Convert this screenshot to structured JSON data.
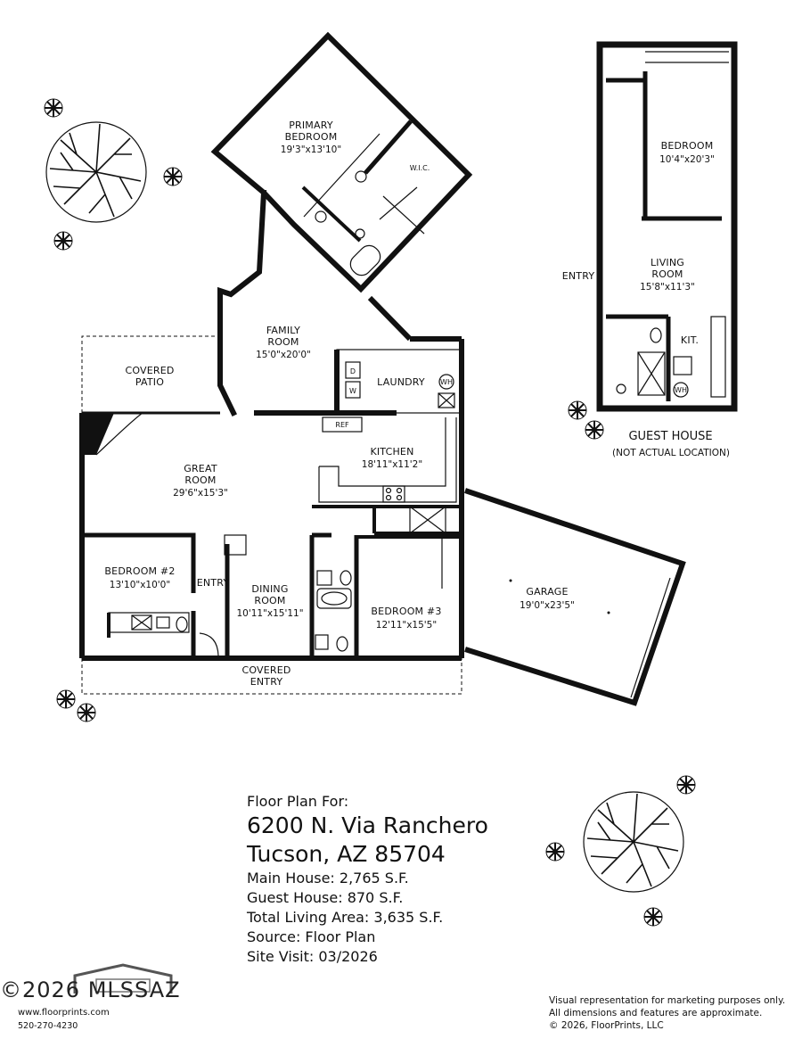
{
  "rooms": {
    "primary_bedroom": {
      "name": [
        "PRIMARY",
        "BEDROOM"
      ],
      "dim": "19'3\"x13'10\""
    },
    "wic": {
      "name": "W.I.C."
    },
    "family_room": {
      "name": [
        "FAMILY",
        "ROOM"
      ],
      "dim": "15'0\"x20'0\""
    },
    "covered_patio": {
      "name": [
        "COVERED",
        "PATIO"
      ]
    },
    "laundry": {
      "name": "LAUNDRY",
      "d": "D",
      "w": "W",
      "wh": "WH"
    },
    "ref": {
      "name": "REF"
    },
    "great_room": {
      "name": [
        "GREAT",
        "ROOM"
      ],
      "dim": "29'6\"x15'3\""
    },
    "kitchen": {
      "name": "KITCHEN",
      "dim": "18'11\"x11'2\""
    },
    "bedroom2": {
      "name": "BEDROOM #2",
      "dim": "13'10\"x10'0\""
    },
    "entry": {
      "name": "ENTRY"
    },
    "dining_room": {
      "name": [
        "DINING",
        "ROOM"
      ],
      "dim": "10'11\"x15'11\""
    },
    "bedroom3": {
      "name": "BEDROOM #3",
      "dim": "12'11\"x15'5\""
    },
    "garage": {
      "name": "GARAGE",
      "dim": "19'0\"x23'5\""
    },
    "covered_entry": {
      "name": [
        "COVERED",
        "ENTRY"
      ]
    }
  },
  "guest_house": {
    "bedroom": {
      "name": "BEDROOM",
      "dim": "10'4\"x20'3\""
    },
    "living_room": {
      "name": [
        "LIVING",
        "ROOM"
      ],
      "dim": "15'8\"x11'3\""
    },
    "entry": {
      "name": "ENTRY"
    },
    "kit": {
      "name": "KIT."
    },
    "wh": {
      "name": "WH"
    },
    "title": "GUEST HOUSE",
    "subtitle": "(NOT ACTUAL LOCATION)"
  },
  "info": {
    "floor_plan_for": "Floor Plan For:",
    "address_line1": "6200 N. Via Ranchero",
    "address_line2": "Tucson, AZ  85704",
    "main_house": "Main House:  2,765 S.F.",
    "guest_house": "Guest House:  870 S.F.",
    "total_living_area": "Total Living Area:  3,635 S.F.",
    "source": "Source:  Floor Plan",
    "site_visit": "Site Visit:  03/2026"
  },
  "disclaimer": {
    "line1": "Visual representation for marketing purposes only.",
    "line2": "All dimensions and features are approximate.",
    "line3": "© 2026, FloorPrints, LLC"
  },
  "brand": {
    "watermark": "©2026 MLSSAZ",
    "url": "www.floorprints.com",
    "phone": "520-270-4230"
  }
}
